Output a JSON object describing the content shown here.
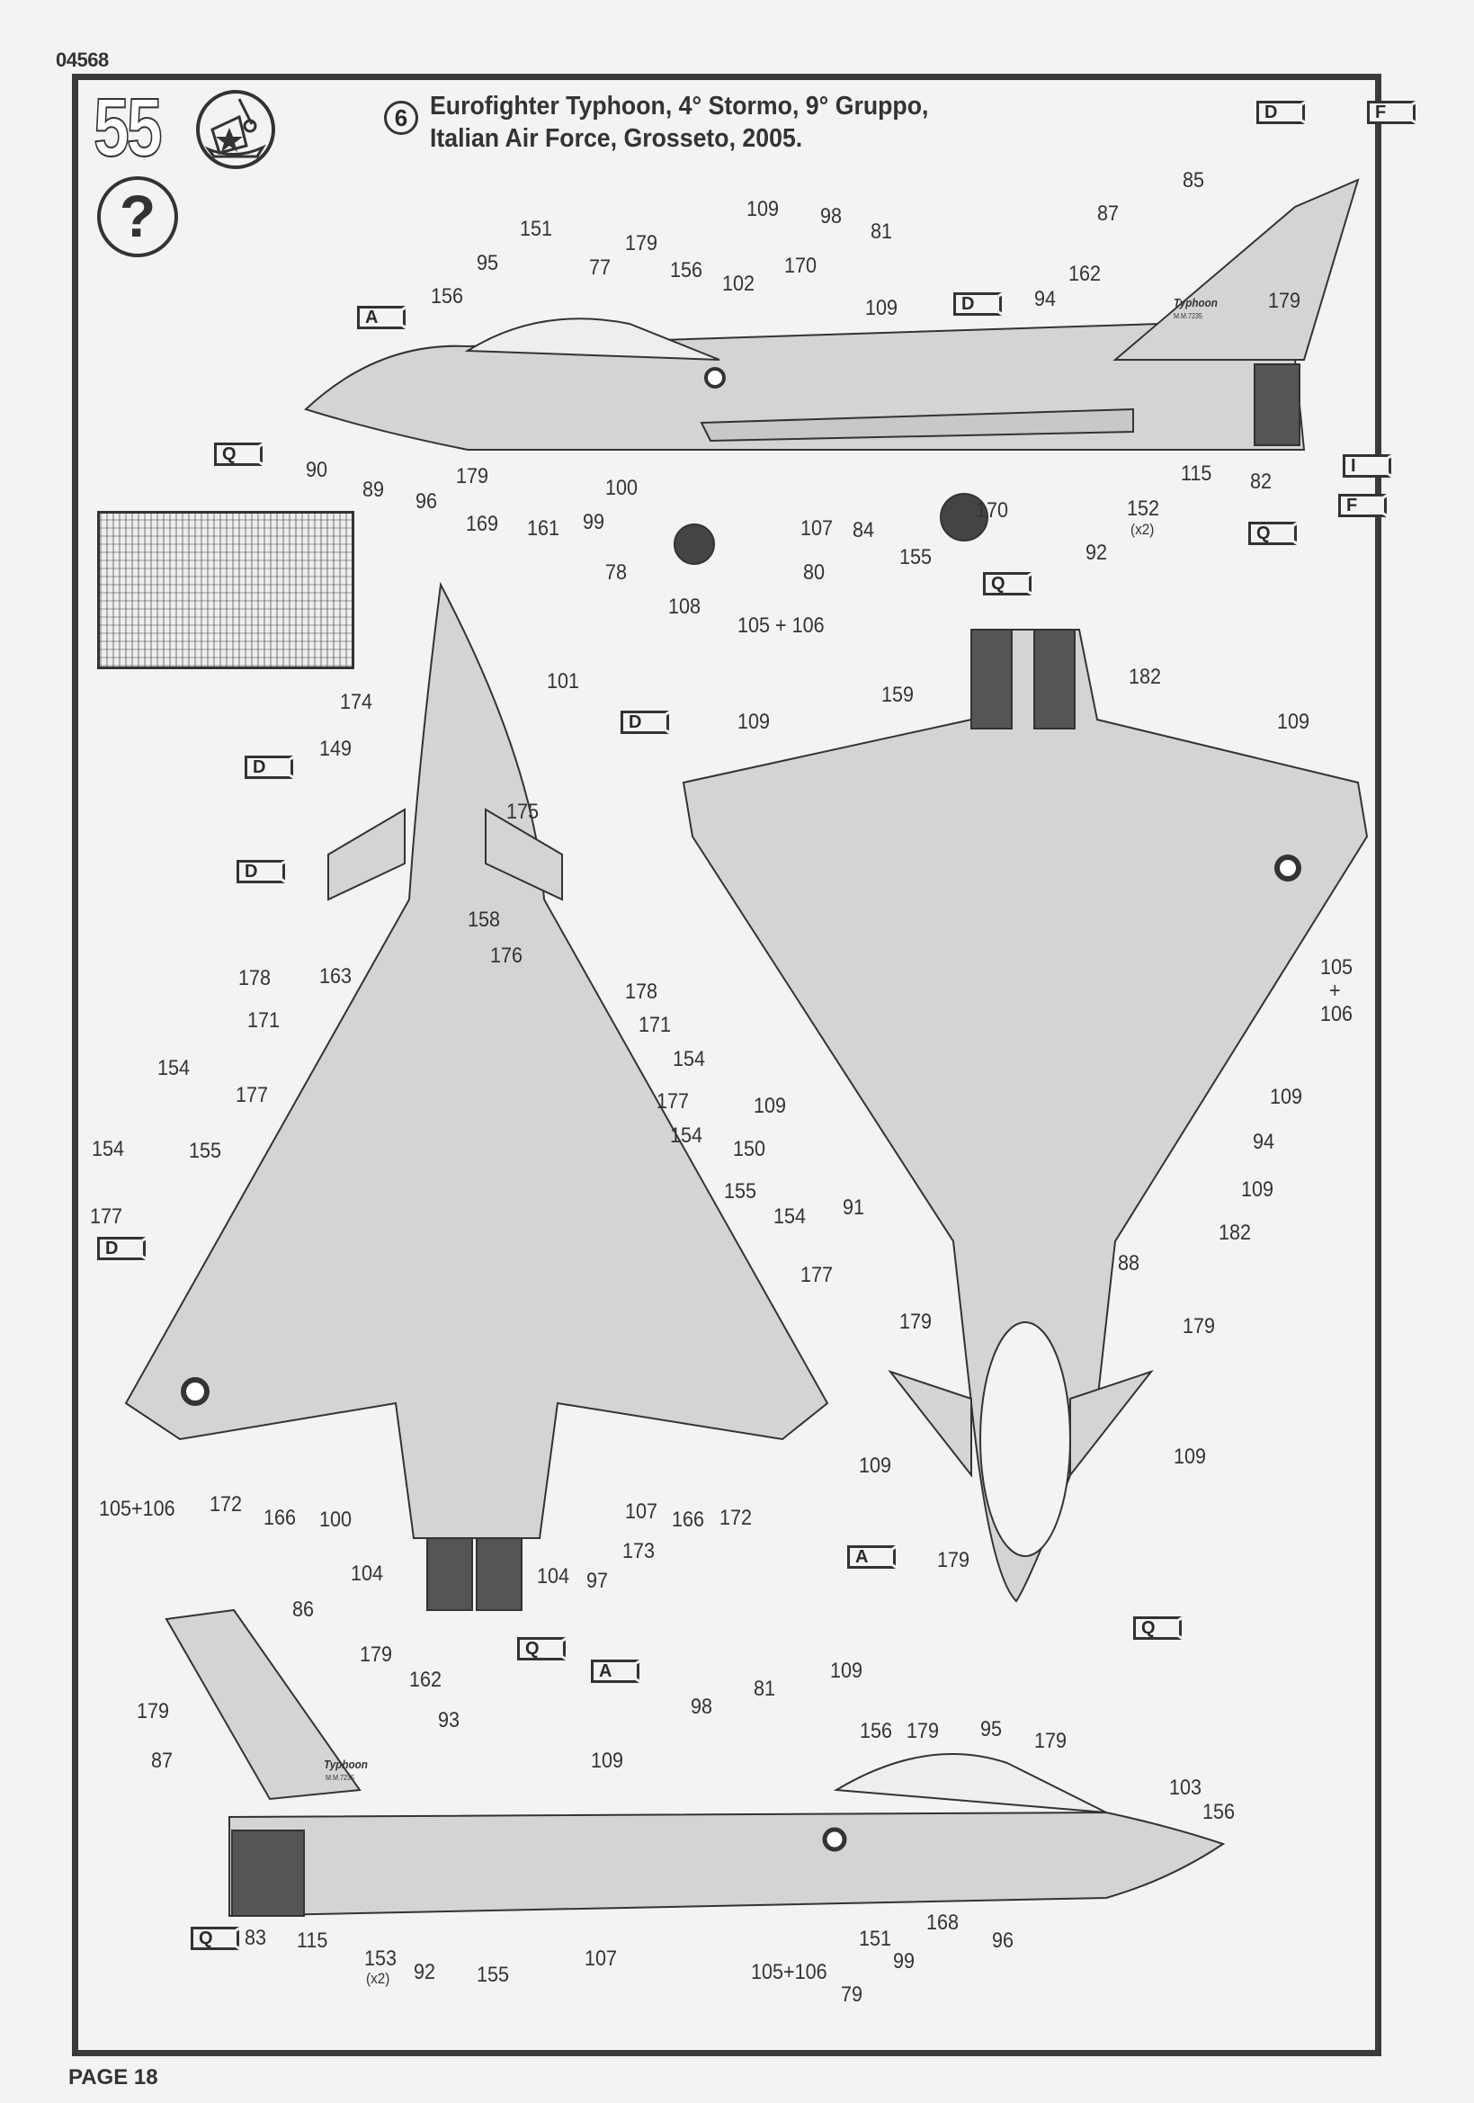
{
  "document": {
    "kit_code": "04568",
    "page_label": "PAGE 18",
    "step_number": "55",
    "option_number": "6",
    "title_line1": "Eurofighter Typhoon, 4° Stormo, 9° Gruppo,",
    "title_line2": "Italian Air Force, Grosseto, 2005."
  },
  "icons": {
    "decal_water_icon": "decal-water-icon",
    "question_icon": "question-icon",
    "question_glyph": "?"
  },
  "colors": {
    "ink": "#333333",
    "paper": "#f3f3f1",
    "aircraft_grey": "#d2d2d2",
    "dark_grey": "#555555"
  },
  "side_view_left": {
    "fin_text": "Typhoon",
    "serial": "M.M.7235",
    "callouts": [
      "151",
      "95",
      "77",
      "179",
      "156",
      "102",
      "170",
      "109",
      "98",
      "81",
      "156",
      "109",
      "87",
      "162",
      "94",
      "85",
      "179",
      "90",
      "89",
      "96",
      "179",
      "169",
      "161",
      "99",
      "100",
      "78",
      "108",
      "105 + 106",
      "80",
      "107",
      "84",
      "155",
      "170",
      "92",
      "152",
      "(x2)",
      "115",
      "82"
    ],
    "flags": [
      "A",
      "Q",
      "D",
      "D",
      "F",
      "I",
      "F",
      "Q"
    ]
  },
  "top_view": {
    "callouts": [
      "174",
      "101",
      "149",
      "175",
      "158",
      "176",
      "178",
      "163",
      "178",
      "171",
      "171",
      "154",
      "177",
      "154",
      "177",
      "154",
      "155",
      "154",
      "150",
      "155",
      "177",
      "154",
      "177",
      "105+106",
      "172",
      "166",
      "100",
      "107",
      "166",
      "172",
      "104",
      "97",
      "173",
      "104"
    ],
    "flags": [
      "D",
      "D",
      "D",
      "D",
      "Q"
    ]
  },
  "bottom_view": {
    "callouts": [
      "159",
      "182",
      "109",
      "109",
      "105",
      "+",
      "106",
      "109",
      "109",
      "94",
      "109",
      "91",
      "182",
      "88",
      "179",
      "179",
      "109",
      "109",
      "179"
    ],
    "flags": [
      "Q",
      "A",
      "Q"
    ]
  },
  "side_view_right": {
    "fin_text": "Typhoon",
    "serial": "M.M.7235",
    "callouts": [
      "86",
      "179",
      "162",
      "179",
      "87",
      "93",
      "109",
      "98",
      "81",
      "109",
      "156",
      "179",
      "95",
      "179",
      "103",
      "156",
      "83",
      "115",
      "153",
      "(x2)",
      "92",
      "155",
      "107",
      "105+106",
      "151",
      "99",
      "168",
      "96",
      "79"
    ],
    "flags": [
      "A",
      "Q"
    ]
  }
}
